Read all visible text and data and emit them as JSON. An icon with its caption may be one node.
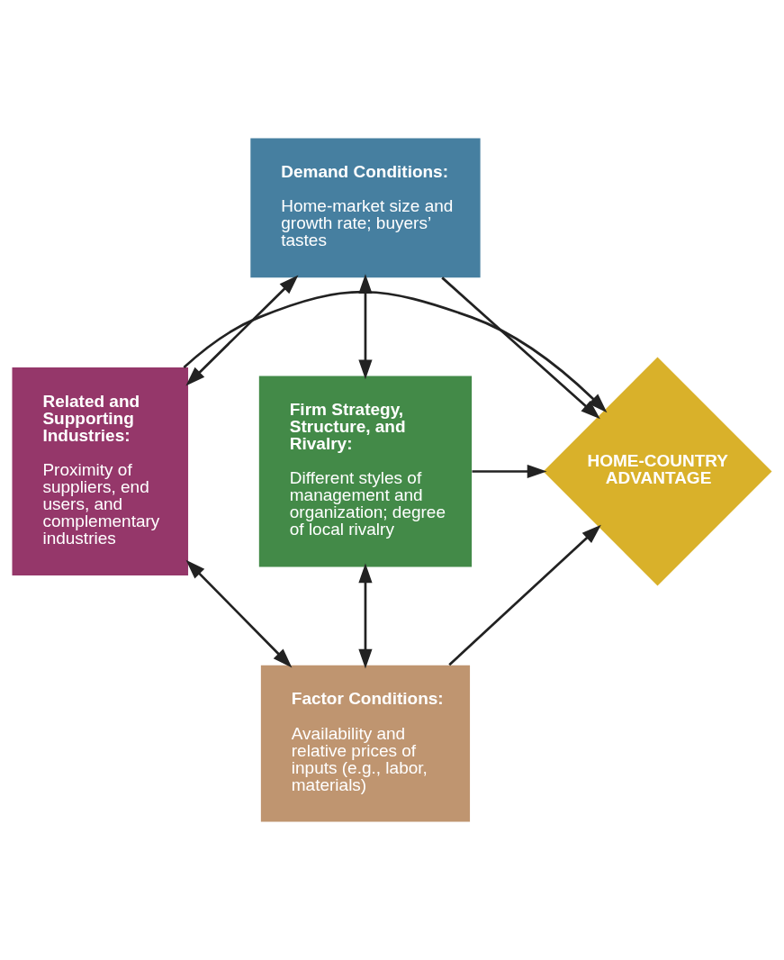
{
  "diagram": {
    "nodes": [
      {
        "text": [
          "Demand Conditions:",
          "Home-market size and growth rate; buyers’ tastes"
        ]
      },
      {
        "text": [
          "Related and Supporting Industries:",
          "Proximity of suppliers, end users, and complementary industries"
        ]
      },
      {
        "text": [
          "HOME-COUNTRY ADVANTAGE"
        ]
      },
      {
        "text": [
          "Firm Strategy, Structure, and Rivalry:",
          "Different styles of management and organization; degree of local rivalry"
        ]
      },
      {
        "text": [
          "Factor Conditions:",
          "Availability and relative prices of inputs (e.g., labor, materials)"
        ]
      }
    ],
    "edges": [
      {
        "from": 0,
        "to": 1,
        "arrow": "both"
      },
      {
        "from": 0,
        "to": 3,
        "arrow": "both"
      },
      {
        "from": 0,
        "to": 2,
        "arrow": "to"
      },
      {
        "from": 1,
        "to": 2,
        "arrow": "to"
      },
      {
        "from": 3,
        "to": 2,
        "arrow": "to"
      },
      {
        "from": 4,
        "to": 2,
        "arrow": "to"
      },
      {
        "from": 1,
        "to": 4,
        "arrow": "both"
      },
      {
        "from": 3,
        "to": 4,
        "arrow": "both"
      }
    ]
  }
}
